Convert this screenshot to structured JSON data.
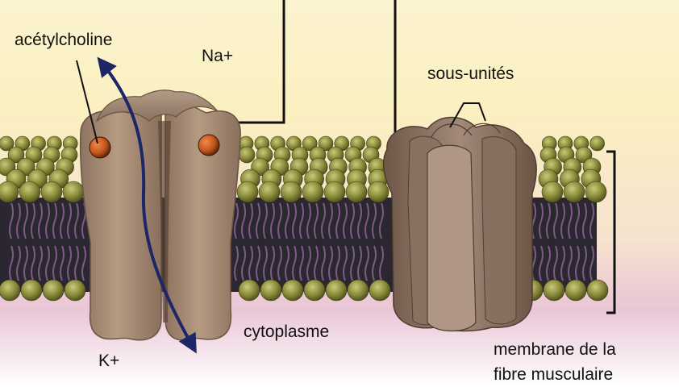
{
  "labels": {
    "acetylcholine": "acétylcholine",
    "sodium": "Na+",
    "subunits": "sous-unités",
    "cytoplasm": "cytoplasme",
    "potassium": "K+",
    "membrane_line1": "membrane de la",
    "membrane_line2": "fibre musculaire"
  },
  "colors": {
    "extracellular_background": "#fbf2c8",
    "cytoplasm_background": "#e9c6d6",
    "lipid_head": "#8a8b3a",
    "bilayer_core": "#2a2730",
    "lipid_tail": "#7d5a86",
    "receptor_protein": "#a88e76",
    "receptor_side_view": "#8c7262",
    "ligand": "#c2551e",
    "ion_arrow": "#1d2766",
    "label_text": "#111111"
  }
}
